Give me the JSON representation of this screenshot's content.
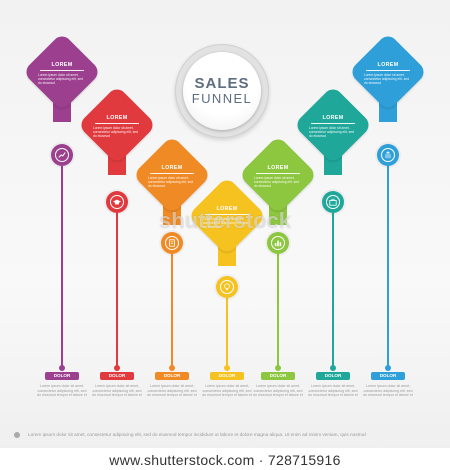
{
  "center": {
    "line1": "SALES",
    "line2": "FUNNEL"
  },
  "stages": [
    {
      "label": "LOREM",
      "body": "Lorem ipsum dolor sit amet, consectetur adipiscing elit, sed do eiusmod",
      "icon": "trend-chart-icon",
      "color": "#9b3f8e",
      "pill": "DOLOR",
      "caption": "Lorem ipsum dolor sit amet, consectetur adipiscing elit, sed do eiusmod tempor et labore et"
    },
    {
      "label": "LOREM",
      "body": "Lorem ipsum dolor sit amet, consectetur adipiscing elit, sed do eiusmod",
      "icon": "graduation-cap-icon",
      "color": "#e03a3e",
      "pill": "DOLOR",
      "caption": "Lorem ipsum dolor sit amet, consectetur adipiscing elit, sed do eiusmod tempor et labore et"
    },
    {
      "label": "LOREM",
      "body": "Lorem ipsum dolor sit amet, consectetur adipiscing elit, sed do eiusmod",
      "icon": "document-icon",
      "color": "#f08a24",
      "pill": "DOLOR",
      "caption": "Lorem ipsum dolor sit amet, consectetur adipiscing elit, sed do eiusmod tempor et labore et"
    },
    {
      "label": "LOREM",
      "body": "Lorem ipsum dolor sit amet, consectetur adipiscing elit, sed do eiusmod",
      "icon": "lightbulb-icon",
      "color": "#f6c220",
      "pill": "DOLOR",
      "caption": "Lorem ipsum dolor sit amet, consectetur adipiscing elit, sed do eiusmod tempor et labore et"
    },
    {
      "label": "LOREM",
      "body": "Lorem ipsum dolor sit amet, consectetur adipiscing elit, sed do eiusmod",
      "icon": "bar-chart-icon",
      "color": "#8dc63f",
      "pill": "DOLOR",
      "caption": "Lorem ipsum dolor sit amet, consectetur adipiscing elit, sed do eiusmod tempor et labore et"
    },
    {
      "label": "LOREM",
      "body": "Lorem ipsum dolor sit amet, consectetur adipiscing elit, sed do eiusmod",
      "icon": "briefcase-icon",
      "color": "#1fa89a",
      "pill": "DOLOR",
      "caption": "Lorem ipsum dolor sit amet, consectetur adipiscing elit, sed do eiusmod tempor et labore et"
    },
    {
      "label": "LOREM",
      "body": "Lorem ipsum dolor sit amet, consectetur adipiscing elit, sed do eiusmod",
      "icon": "arrows-icon",
      "color": "#2e9fd8",
      "pill": "DOLOR",
      "caption": "Lorem ipsum dolor sit amet, consectetur adipiscing elit, sed do eiusmod tempor et labore et"
    }
  ],
  "footer": {
    "text": "Lorem ipsum dolor sit amet, consectetur adipiscing elit, sed do eiusmod tempor incididunt ut labore et dolore magna aliqua. Ut enim ad minim veniam, quis nostrud"
  },
  "watermark": {
    "logo": "shutterstock",
    "text": "www.shutterstock.com · 728715916"
  }
}
